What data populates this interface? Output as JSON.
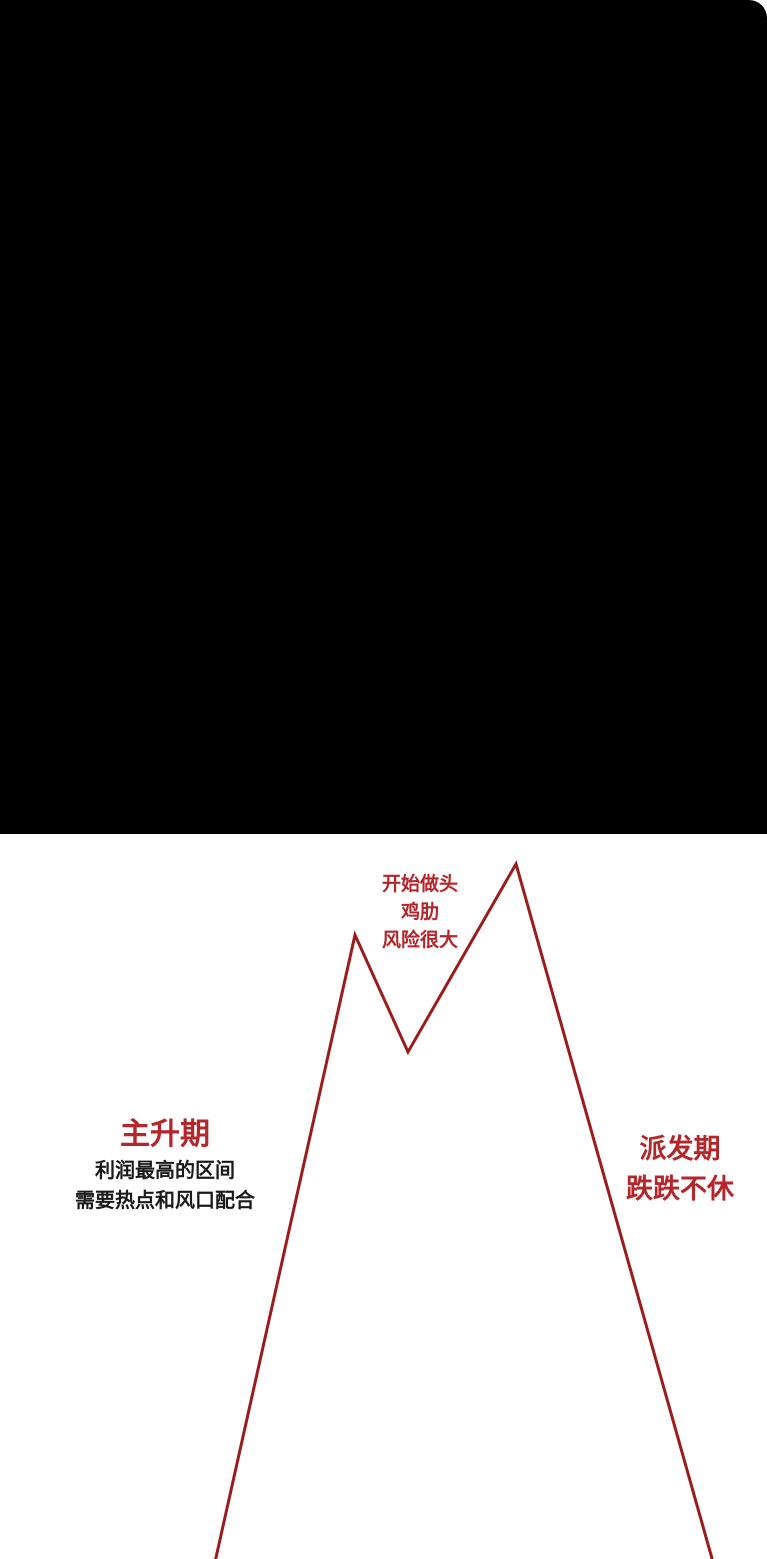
{
  "colors": {
    "line": "#9b1c1c",
    "accent_text": "#b3262a",
    "body_text": "#1a1a1a",
    "top_panel": "#000000"
  },
  "labels": {
    "top": [
      "开始做头",
      "鸡肋",
      "风险很大"
    ],
    "main_rise": {
      "title": "主升期",
      "lines": [
        "利润最高的区间",
        "需要热点和风口配合"
      ]
    },
    "distribution": [
      "派发期",
      "跌跌不休"
    ]
  }
}
